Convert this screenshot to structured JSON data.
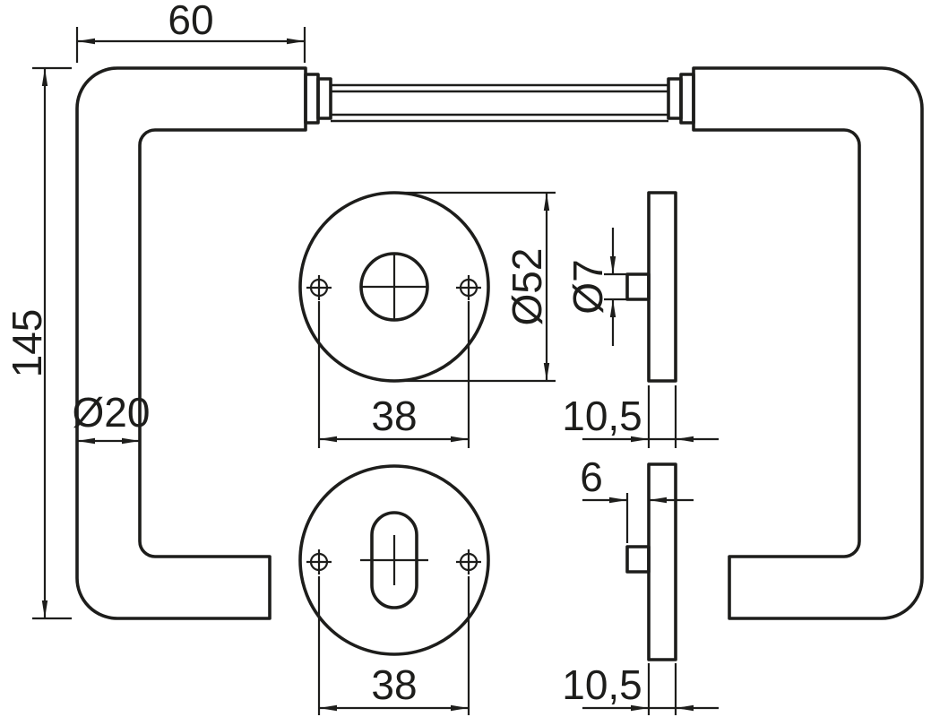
{
  "meta": {
    "description": "Technical dimensional drawing of a door lever handle pair with round roses (front views and side views)",
    "colors": {
      "line": "#1d1d1b",
      "background": "#ffffff"
    }
  },
  "labels": {
    "grip_length": "60",
    "handle_height": "145",
    "tube_diameter": "Ø20",
    "rose_diameter": "Ø52",
    "screw_spacing_top": "38",
    "screw_spacing_bottom": "38",
    "spindle_stub_diameter": "Ø7",
    "stub_protrusion": "6",
    "rose_thickness_top": "10,5",
    "rose_thickness_bottom": "10,5"
  }
}
